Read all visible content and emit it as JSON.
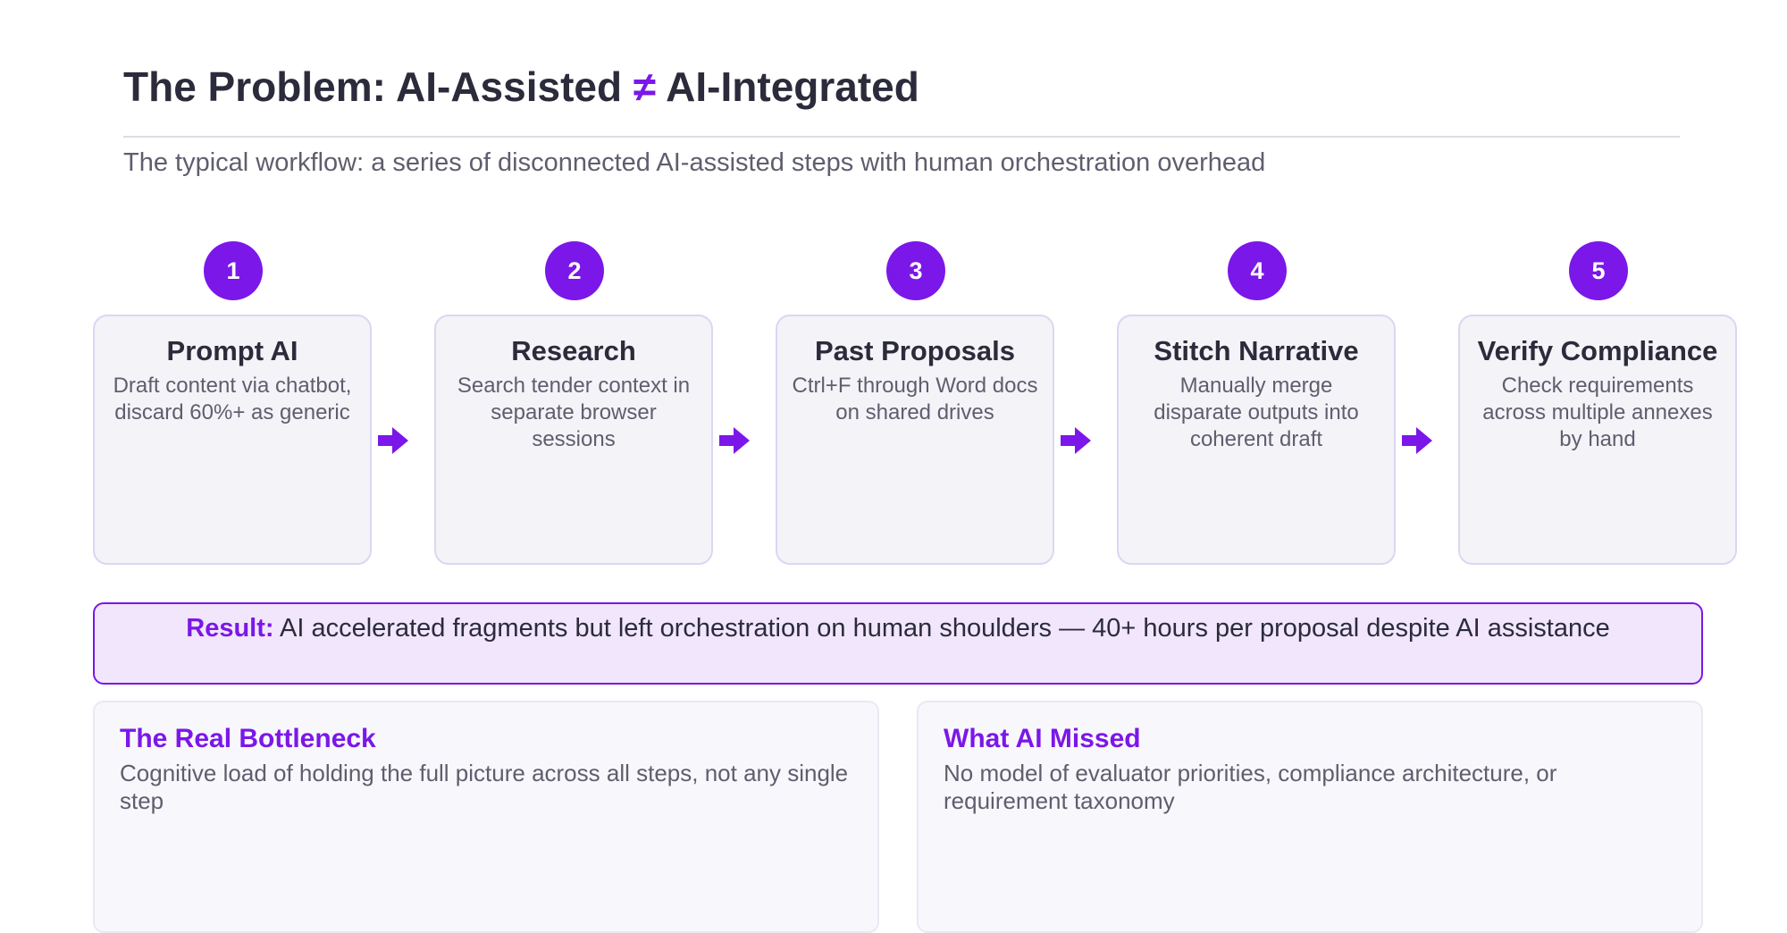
{
  "header": {
    "title_pre": "The Problem: AI-Assisted ",
    "title_symbol": "≠",
    "title_post": " AI-Integrated",
    "subtitle": "The typical workflow: a series of disconnected AI-assisted steps with human orchestration overhead"
  },
  "steps": [
    {
      "number": "1",
      "title": "Prompt AI",
      "description": "Draft content via chatbot, discard 60%+ as generic"
    },
    {
      "number": "2",
      "title": "Research",
      "description": "Search tender context in separate browser sessions"
    },
    {
      "number": "3",
      "title": "Past Proposals",
      "description": "Ctrl+F through Word docs on shared drives"
    },
    {
      "number": "4",
      "title": "Stitch Narrative",
      "description": "Manually merge disparate outputs into coherent draft"
    },
    {
      "number": "5",
      "title": "Verify Compliance",
      "description": "Check requirements across multiple annexes by hand"
    }
  ],
  "result": {
    "label": "Result:",
    "text": " AI accelerated fragments but left orchestration on human shoulders — 40+ hours per proposal despite AI assistance"
  },
  "panels": [
    {
      "title": "The Real Bottleneck",
      "text": "Cognitive load of holding the full picture across all steps, not any single step"
    },
    {
      "title": "What AI Missed",
      "text": "No model of evaluator priorities, compliance architecture, or requirement taxonomy"
    }
  ],
  "colors": {
    "accent": "#7b17e8",
    "text_dark": "#2b2b3b",
    "text_muted": "#5e5e6e",
    "card_bg": "#f4f3f8",
    "result_bg": "#f1e6fb"
  },
  "icons": {
    "connector": "arrow-right-icon"
  }
}
